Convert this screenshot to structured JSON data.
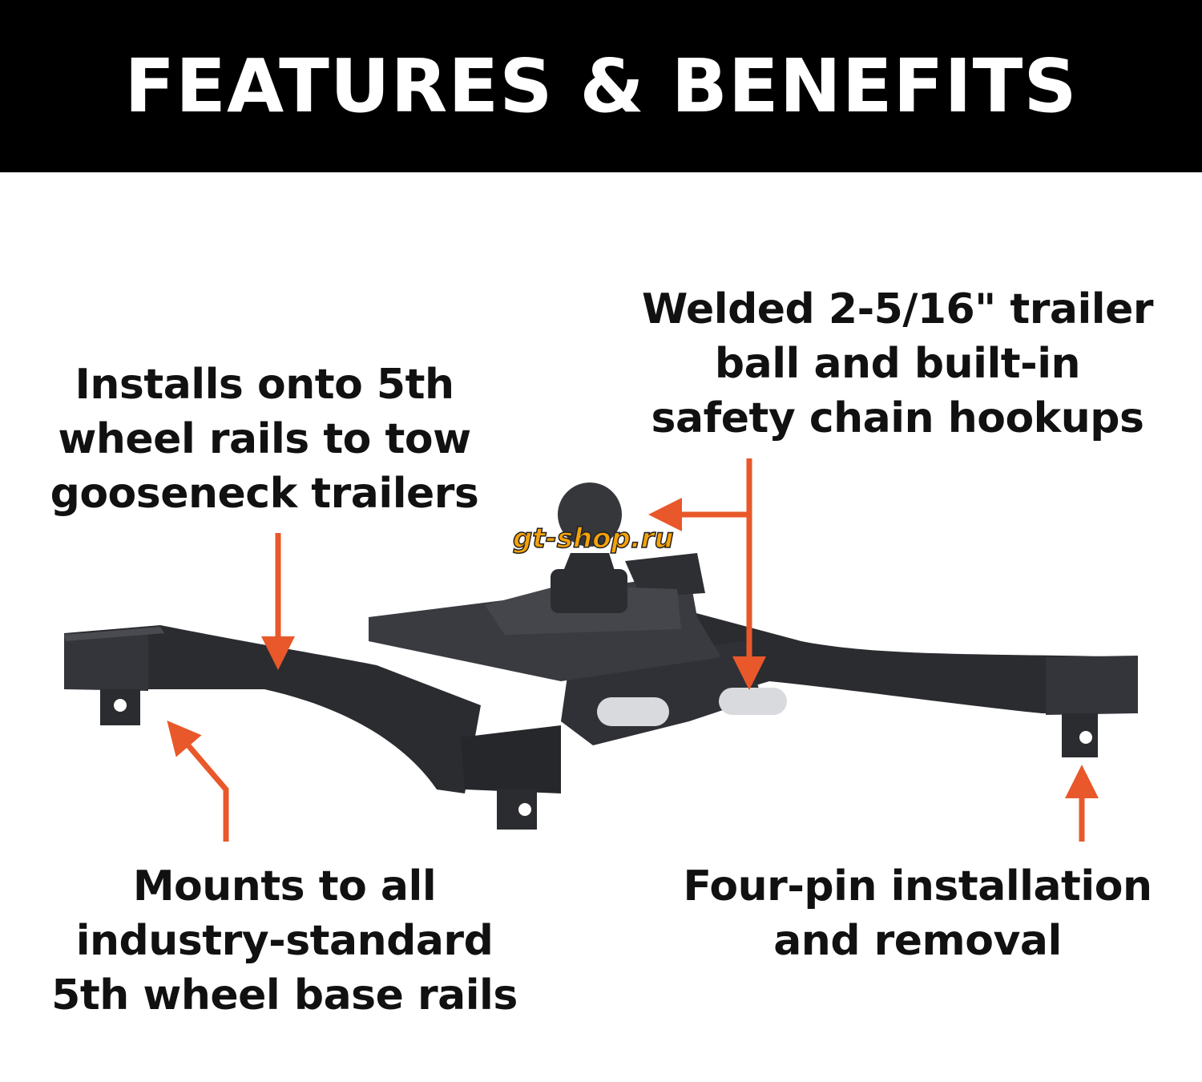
{
  "header": {
    "title": "FEATURES & BENEFITS"
  },
  "callouts": {
    "installs": [
      "Installs onto 5th",
      "wheel rails to tow",
      "gooseneck trailers"
    ],
    "welded": [
      "Welded 2-5/16\" trailer",
      "ball and built-in",
      "safety chain hookups"
    ],
    "mounts": [
      "Mounts to all",
      "industry-standard",
      "5th wheel base rails"
    ],
    "four_pin": [
      "Four-pin installation",
      "and removal"
    ]
  },
  "watermark": "gt-shop.ru",
  "colors": {
    "header_bg": "#000000",
    "arrow": "#e8582a",
    "product": "#2e2f33"
  }
}
